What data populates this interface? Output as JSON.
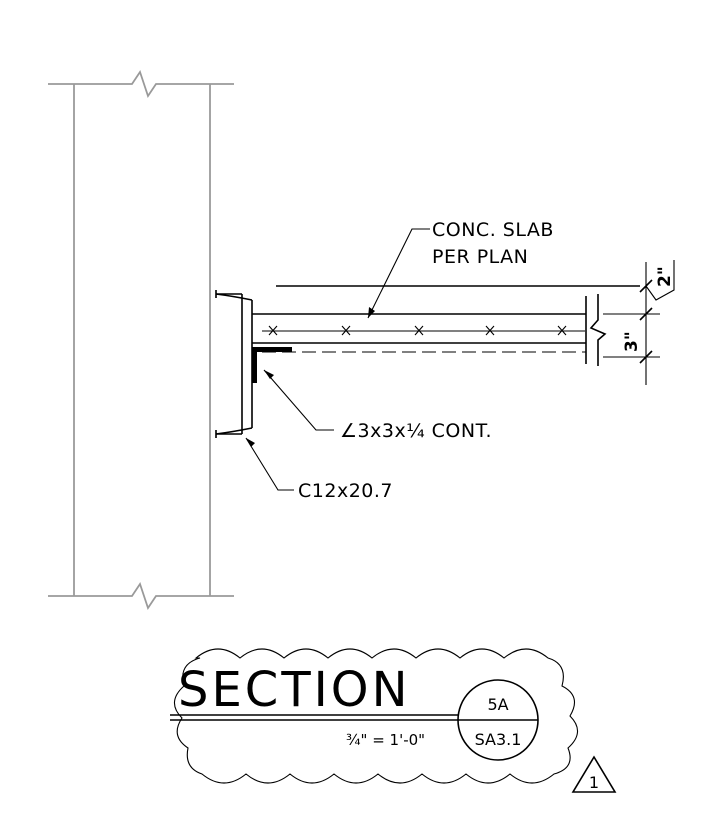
{
  "notes": {
    "slab_line1": "CONC. SLAB",
    "slab_line2": "PER PLAN",
    "angle_label": "∠3x3x¼ CONT.",
    "channel_label": "C12x20.7"
  },
  "dimensions": {
    "top_dim": "2\"",
    "slab_dim": "3\""
  },
  "title_block": {
    "title": "SECTION",
    "scale": "¾\" = 1'-0\"",
    "detail_number": "5A",
    "sheet_number": "SA3.1",
    "revision": "1"
  }
}
